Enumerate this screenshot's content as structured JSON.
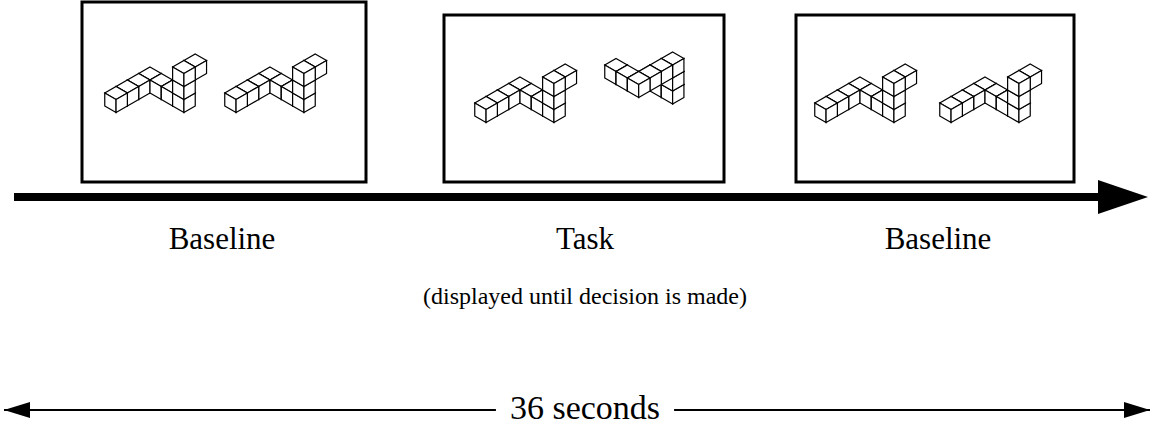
{
  "diagram": {
    "labels": [
      "Baseline",
      "Task",
      "Baseline",
      "(displayed until decision is made)",
      "36 seconds"
    ]
  }
}
